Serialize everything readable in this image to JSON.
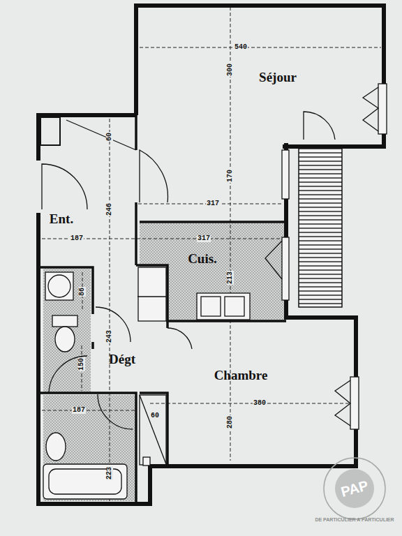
{
  "diagram": {
    "labels": [
      "Séjour",
      "540",
      "300",
      "170",
      "317",
      "Ent.",
      "60",
      "246",
      "187",
      "317",
      "Cuis.",
      "213",
      "86",
      "Dégt",
      "150",
      "243",
      "Chambre",
      "280",
      "380",
      "60",
      "187",
      "223",
      "PAP",
      "DE PARTICULIER A PARTICULIER"
    ]
  }
}
